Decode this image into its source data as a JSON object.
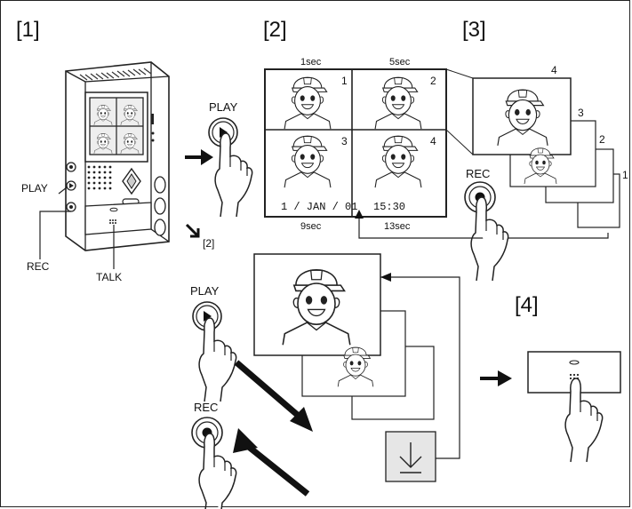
{
  "steps": {
    "s1": "[1]",
    "s2": "[2]",
    "s3": "[3]",
    "s4": "[4]",
    "arrow_ref": "[2]"
  },
  "device": {
    "play_label": "PLAY",
    "rec_label": "REC",
    "talk_label": "TALK"
  },
  "buttons": {
    "play": "PLAY",
    "rec": "REC",
    "play2": "PLAY",
    "rec2": "REC"
  },
  "quad_screen": {
    "times": [
      "1sec",
      "5sec",
      "9sec",
      "13sec"
    ],
    "frame_numbers": [
      "1",
      "2",
      "3",
      "4"
    ],
    "date": "1 / JAN / 01",
    "time": "15:30"
  },
  "stack_numbers": [
    "4",
    "3",
    "2",
    "1"
  ]
}
